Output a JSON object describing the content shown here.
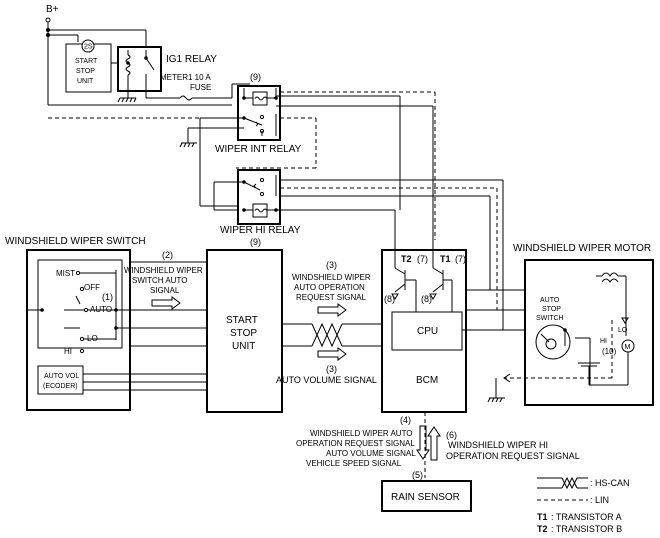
{
  "supply": {
    "label": "B+"
  },
  "start_stop_small": {
    "label_lines": [
      "START",
      "STOP",
      "UNIT"
    ],
    "badge": "2S"
  },
  "ig1_relay": {
    "label": "IG1 RELAY"
  },
  "fuse": {
    "label_lines": [
      "METER1 10 A",
      "FUSE"
    ]
  },
  "wiper_int_relay": {
    "callout": "(9)",
    "label": "WIPER INT RELAY"
  },
  "wiper_hi_relay": {
    "callout": "(9)",
    "label": "WIPER HI RELAY"
  },
  "wiper_switch": {
    "title": "WINDSHIELD WIPER SWITCH",
    "positions": [
      "MIST",
      "OFF",
      "AUTO",
      "LO",
      "HI"
    ],
    "callout": "(1)",
    "auto_vol_lines": [
      "AUTO VOL",
      "(ECODER)"
    ]
  },
  "signals": {
    "auto_signal": {
      "callout": "(2)",
      "lines": [
        "WINDSHIELD WIPER",
        "SWITCH AUTO",
        "SIGNAL"
      ]
    },
    "auto_op_request": {
      "callout": "(3)",
      "lines": [
        "WINDSHIELD WIPER",
        "AUTO OPERATION",
        "REQUEST SIGNAL"
      ]
    },
    "auto_volume": {
      "callout": "(3)",
      "label": "AUTO VOLUME SIGNAL"
    },
    "to_rain_sensor": {
      "callout": "(4)",
      "lines": [
        "WINDSHIELD WIPER AUTO",
        "OPERATION REQUEST SIGNAL",
        "AUTO VOLUME SIGNAL",
        "VEHICLE SPEED SIGNAL"
      ]
    },
    "hi_request": {
      "callout": "(6)",
      "lines": [
        "WINDSHIELD WIPER HI",
        "OPERATION REQUEST SIGNAL"
      ]
    }
  },
  "start_stop_unit": {
    "label_lines": [
      "START",
      "STOP",
      "UNIT"
    ]
  },
  "bcm": {
    "label": "BCM",
    "cpu": "CPU",
    "t2": {
      "name": "T2",
      "callout": "(7)",
      "sub": "(8)"
    },
    "t1": {
      "name": "T1",
      "callout": "(7)",
      "sub": "(8)"
    }
  },
  "wiper_motor": {
    "title": "WINDSHIELD WIPER MOTOR",
    "switch_lines": [
      "AUTO",
      "STOP",
      "SWITCH"
    ],
    "lo": "LO",
    "hi": "HI",
    "callout": "(10)",
    "motor_symbol": "M"
  },
  "rain_sensor": {
    "callout": "(5)",
    "label": "RAIN SENSOR"
  },
  "legend": {
    "hs_can": ": HS-CAN",
    "lin": ": LIN",
    "t1": {
      "key": "T1",
      "text": ": TRANSISTOR A"
    },
    "t2": {
      "key": "T2",
      "text": ": TRANSISTOR B"
    }
  }
}
